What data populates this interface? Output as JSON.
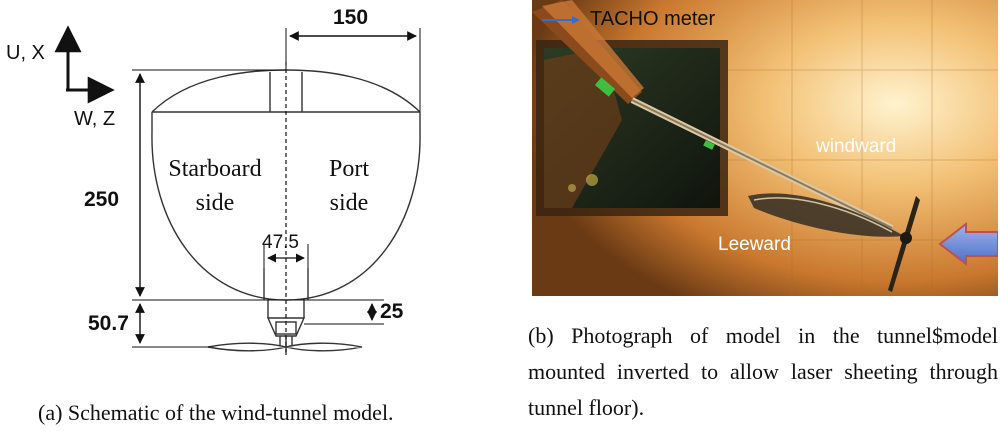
{
  "panel_a": {
    "axis_vertical_label": "U, X",
    "axis_horizontal_label": "W, Z",
    "dim_width": "150",
    "dim_height": "250",
    "dim_neck": "47.5",
    "dim_stem": "25",
    "dim_lower": "50.7",
    "starboard_label_line1": "Starboard",
    "starboard_label_line2": "side",
    "port_label_line1": "Port",
    "port_label_line2": "side",
    "caption": "(a) Schematic of the wind-tunnel model."
  },
  "panel_b": {
    "label_tacho": "TACHO meter",
    "label_windward": "windward",
    "label_leeward": "Leeward",
    "caption": "(b) Photograph of model in the tunnel$model mounted inverted to allow laser sheeting through tunnel floor)."
  }
}
